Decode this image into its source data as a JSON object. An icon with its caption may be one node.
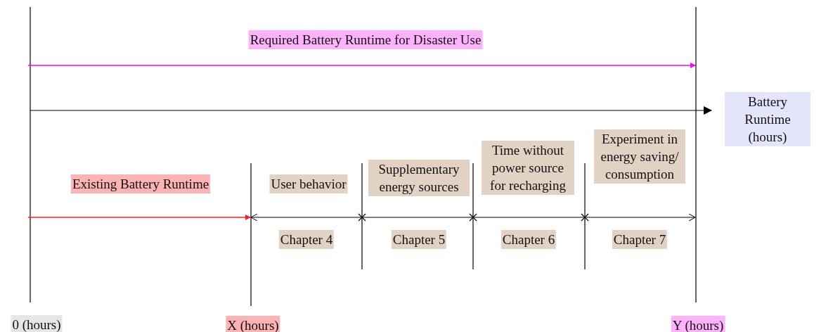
{
  "diagram": {
    "nodes": [
      {
        "text": [
          "Required Battery Runtime for Disaster Use"
        ]
      },
      {
        "text": [
          "Battery Runtime (hours)"
        ]
      },
      {
        "text": [
          "Existing Battery Runtime"
        ]
      },
      {
        "text": [
          "User behavior"
        ]
      },
      {
        "text": [
          "Supplementary energy sources"
        ]
      },
      {
        "text": [
          "Time without power source for recharging"
        ]
      },
      {
        "text": [
          "Experiment in energy saving/ consumption"
        ]
      },
      {
        "text": [
          "Chapter 4"
        ]
      },
      {
        "text": [
          "Chapter 5"
        ]
      },
      {
        "text": [
          "Chapter 6"
        ]
      },
      {
        "text": [
          "Chapter 7"
        ]
      },
      {
        "text": [
          "0 (hours)"
        ]
      },
      {
        "text": [
          "X (hours)"
        ]
      },
      {
        "text": [
          "Y (hours)"
        ]
      }
    ]
  }
}
